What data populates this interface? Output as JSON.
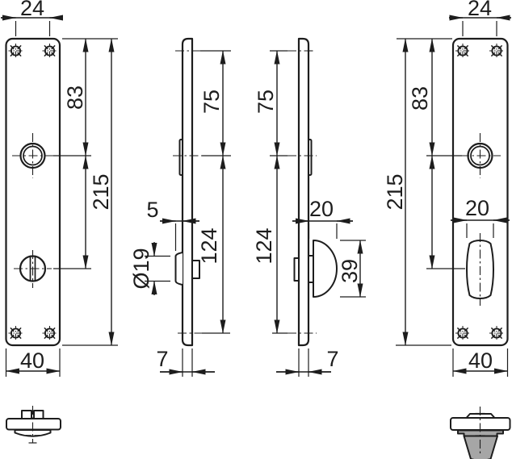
{
  "title": "Door handle backplate technical drawing",
  "colors": {
    "line": "#1d1d1d",
    "gray_fill": "#a6a6a6",
    "background": "#ffffff"
  },
  "labels": {
    "left_plate": {
      "top_width": "24",
      "top_to_handle": "83",
      "total_height": "215",
      "bottom_width": "40"
    },
    "left_profile": {
      "screw_to_handle": "75",
      "knob_protrusion": "5",
      "knob_diameter": "Ø19",
      "handle_to_bottom": "124",
      "thickness": "7"
    },
    "right_profile": {
      "screw_to_handle": "75",
      "turn_protrusion": "20",
      "turn_height": "39",
      "handle_to_bottom": "124",
      "thickness": "7"
    },
    "right_plate": {
      "top_width": "24",
      "top_to_handle": "83",
      "total_height": "215",
      "turn_width": "20",
      "bottom_width": "40"
    }
  }
}
